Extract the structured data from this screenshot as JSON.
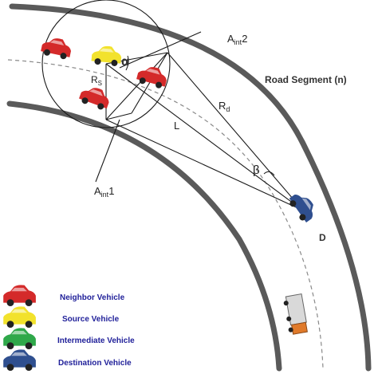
{
  "labels": {
    "a_int2": "Aint2",
    "a_int2_base": "A",
    "a_int2_sub": "int",
    "a_int2_num": "2",
    "a_int1_base": "A",
    "a_int1_sub": "int",
    "a_int1_num": "1",
    "alpha": "α",
    "beta": "β",
    "rs_base": "R",
    "rs_sub": "S",
    "rd_base": "R",
    "rd_sub": "d",
    "l": "L",
    "road_segment": "Road Segment (n)",
    "d": "D"
  },
  "legend": {
    "items": [
      {
        "label": "Neighbor Vehicle",
        "color": "#d42a2a"
      },
      {
        "label": "Source Vehicle",
        "color": "#f2e22c"
      },
      {
        "label": "Intermediate Vehicle",
        "color": "#2fa84a"
      },
      {
        "label": "Destination Vehicle",
        "color": "#2f4f8f"
      }
    ]
  },
  "colors": {
    "road": "#5a5a5a",
    "line": "#1a1a1a",
    "neighbor": "#d42a2a",
    "source": "#f2e22c",
    "destination": "#2f4f8f",
    "truck": "#e07a2a"
  }
}
